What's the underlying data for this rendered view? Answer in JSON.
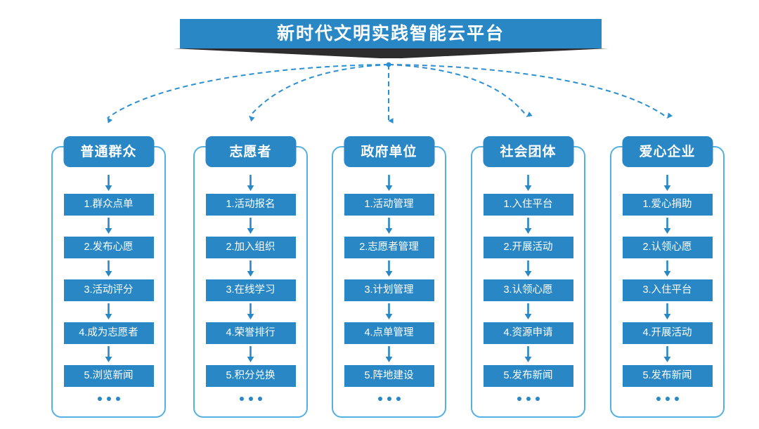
{
  "header": {
    "title": "新时代文明实践智能云平台"
  },
  "colors": {
    "primary_blue": "#2887c4",
    "container_border": "#55b0df",
    "wedge_dark": "#2d2d2d",
    "page_background": "#ffffff",
    "text_on_blue": "#ffffff"
  },
  "columns": [
    {
      "name": "普通群众",
      "steps": [
        "1.群众点单",
        "2.发布心愿",
        "3.活动评分",
        "4.成为志愿者",
        "5.浏览新闻"
      ],
      "more": "..."
    },
    {
      "name": "志愿者",
      "steps": [
        "1.活动报名",
        "2.加入组织",
        "3.在线学习",
        "4.荣誉排行",
        "5.积分兑换"
      ],
      "more": "..."
    },
    {
      "name": "政府单位",
      "steps": [
        "1.活动管理",
        "2.志愿者管理",
        "3.计划管理",
        "4.点单管理",
        "5.阵地建设"
      ],
      "more": "..."
    },
    {
      "name": "社会团体",
      "steps": [
        "1.入住平台",
        "2.开展活动",
        "3.认领心愿",
        "4.资源申请",
        "5.发布新闻"
      ],
      "more": "..."
    },
    {
      "name": "爱心企业",
      "steps": [
        "1.爱心捐助",
        "2.认领心愿",
        "3.入住平台",
        "4.开展活动",
        "5.发布新闻"
      ],
      "more": "..."
    }
  ]
}
